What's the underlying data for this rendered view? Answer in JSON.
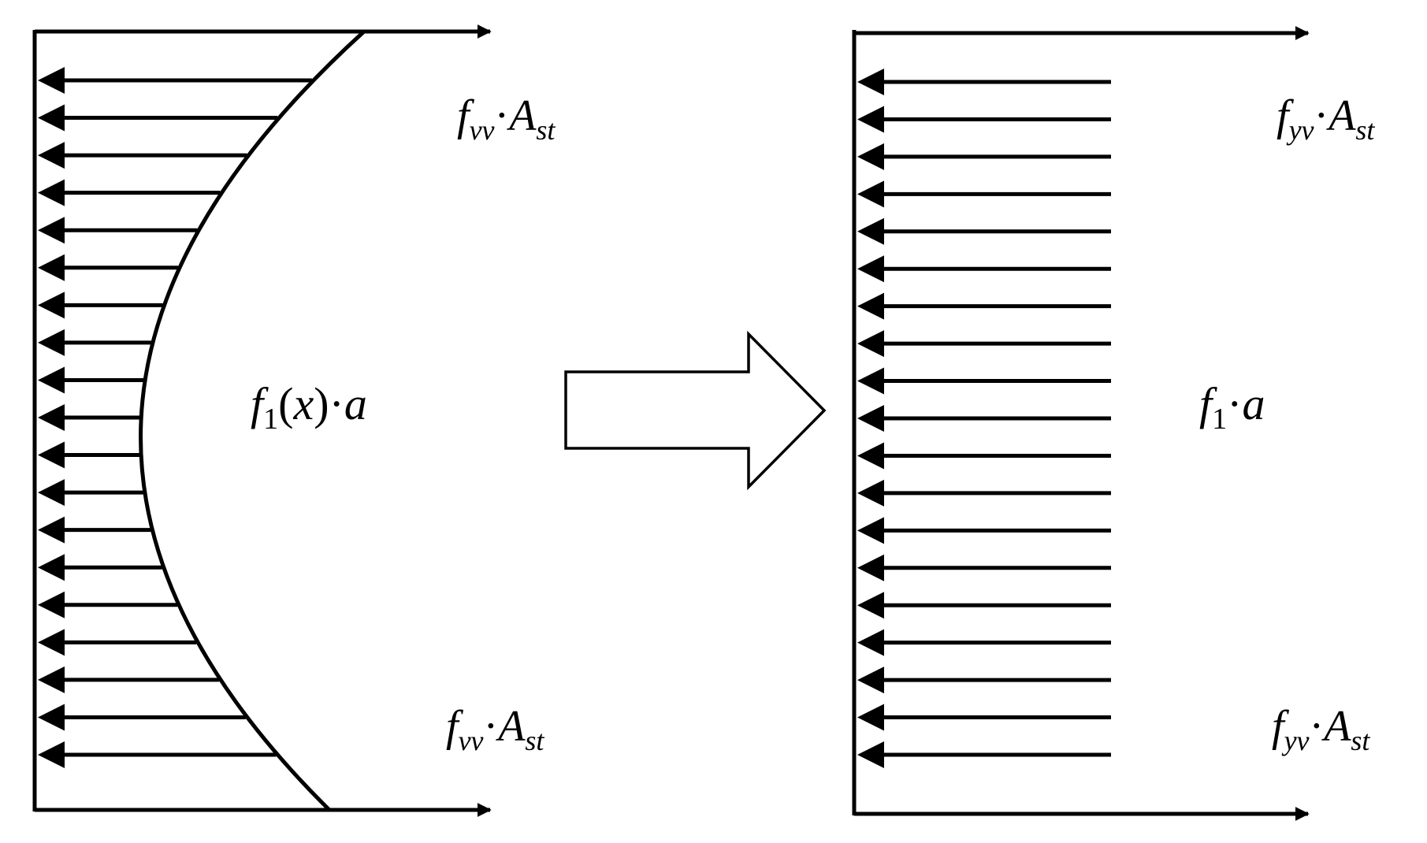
{
  "colors": {
    "stroke": "#000000",
    "background": "#ffffff"
  },
  "left_panel": {
    "top_label": {
      "f": "f",
      "f_sub": "vv",
      "dot": "·",
      "A": "A",
      "A_sub": "st"
    },
    "middle_label": {
      "f": "f",
      "f_sub": "1",
      "open": "(",
      "x": "x",
      "close": ")",
      "dot": "·",
      "a": "a"
    },
    "bottom_label": {
      "f": "f",
      "f_sub": "vv",
      "dot": "·",
      "A": "A",
      "A_sub": "st"
    },
    "load_arrow_count": 19
  },
  "transition_arrow": {
    "icon": "hollow-right-arrow-icon"
  },
  "right_panel": {
    "top_label": {
      "f": "f",
      "f_sub": "yv",
      "dot": "·",
      "A": "A",
      "A_sub": "st"
    },
    "middle_label": {
      "f": "f",
      "f_sub": "1",
      "dot": "·",
      "a": "a"
    },
    "bottom_label": {
      "f": "f",
      "f_sub": "yv",
      "dot": "·",
      "A": "A",
      "A_sub": "st"
    },
    "load_arrow_count": 19
  }
}
